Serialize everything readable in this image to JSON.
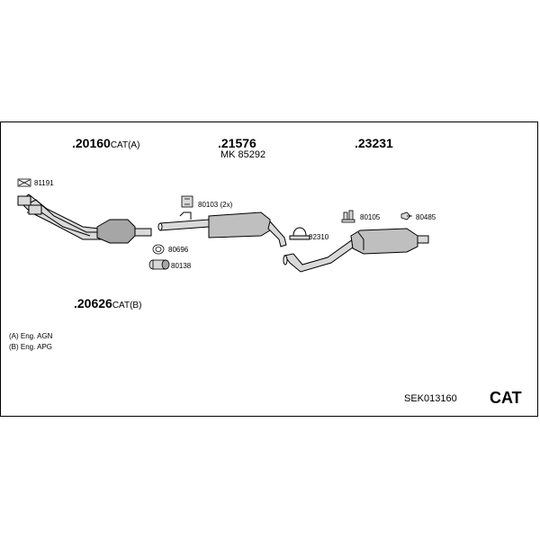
{
  "assemblies": {
    "cat_a": {
      "number": ".20160",
      "suffix": "CAT(A)"
    },
    "cat_b": {
      "number": ".20626",
      "suffix": "CAT(B)"
    },
    "middle": {
      "number": ".21576",
      "sub": "MK 85292"
    },
    "rear": {
      "number": ".23231"
    }
  },
  "parts": {
    "p81191": "81191",
    "p80103": "80103 (2x)",
    "p80696": "80696",
    "p80138": "80138",
    "p82310": "82310",
    "p80105": "80105",
    "p80485": "80485"
  },
  "notes": {
    "a": "(A) Eng. AGN",
    "b": "(B) Eng. APG"
  },
  "kit_code": "SEK013160",
  "category": "CAT",
  "colors": {
    "line": "#000000",
    "part_fill": "#d9d9d9",
    "part_dark": "#a6a6a6"
  }
}
